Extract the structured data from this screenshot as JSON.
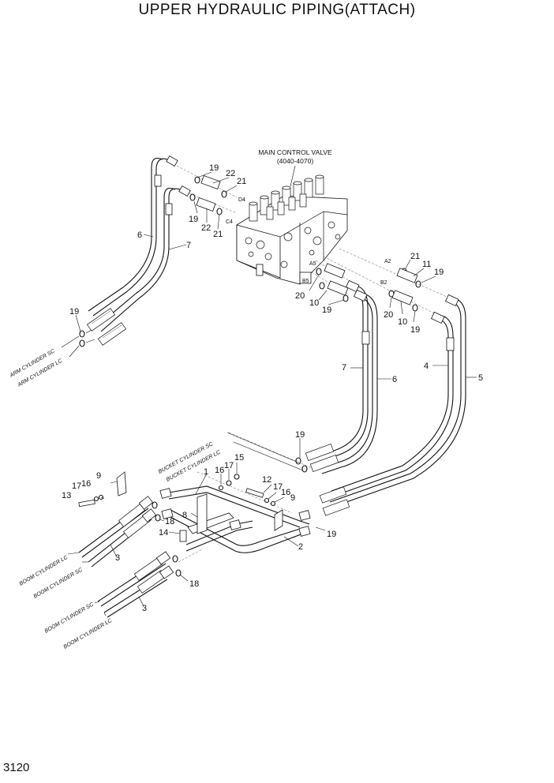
{
  "page": {
    "title": "UPPER HYDRAULIC PIPING(ATTACH)",
    "number": "3120"
  },
  "valve": {
    "name": "MAIN CONTROL VALVE",
    "range": "(4040-4070)",
    "ports": {
      "d4": "D4",
      "c4": "C4",
      "a2": "A2",
      "b2": "B2",
      "a5": "A5",
      "b5": "B5"
    }
  },
  "cylinder_labels": {
    "arm_sc": "ARM CYLINDER SC",
    "arm_lc": "ARM CYLINDER LC",
    "bucket_sc": "BUCKET CYLINDER SC",
    "bucket_lc": "BUCKET CYLINDER LC",
    "boom_lc_upper": "BOOM CYLINDER LC",
    "boom_sc_upper": "BOOM CYLINDER SC",
    "boom_sc_lower": "BOOM CYLINDER SC",
    "boom_lc_lower": "BOOM CYLINDER LC"
  },
  "callouts": {
    "c1": "1",
    "c2": "2",
    "c3a": "3",
    "c3b": "3",
    "c4": "4",
    "c5": "5",
    "c6a": "6",
    "c6b": "6",
    "c7a": "7",
    "c7b": "7",
    "c8": "8",
    "c9a": "9",
    "c9b": "9",
    "c10a": "10",
    "c10b": "10",
    "c11": "11",
    "c12": "12",
    "c13": "13",
    "c14": "14",
    "c15": "15",
    "c16a": "16",
    "c16b": "16",
    "c16c": "16",
    "c17a": "17",
    "c17b": "17",
    "c17c": "17",
    "c18a": "18",
    "c18b": "18",
    "c19a": "19",
    "c19b": "19",
    "c19c": "19",
    "c19d": "19",
    "c19e": "19",
    "c19f": "19",
    "c19g": "19",
    "c19h": "19",
    "c20a": "20",
    "c20b": "20",
    "c21a": "21",
    "c21b": "21",
    "c21c": "21",
    "c22a": "22",
    "c22b": "22"
  }
}
